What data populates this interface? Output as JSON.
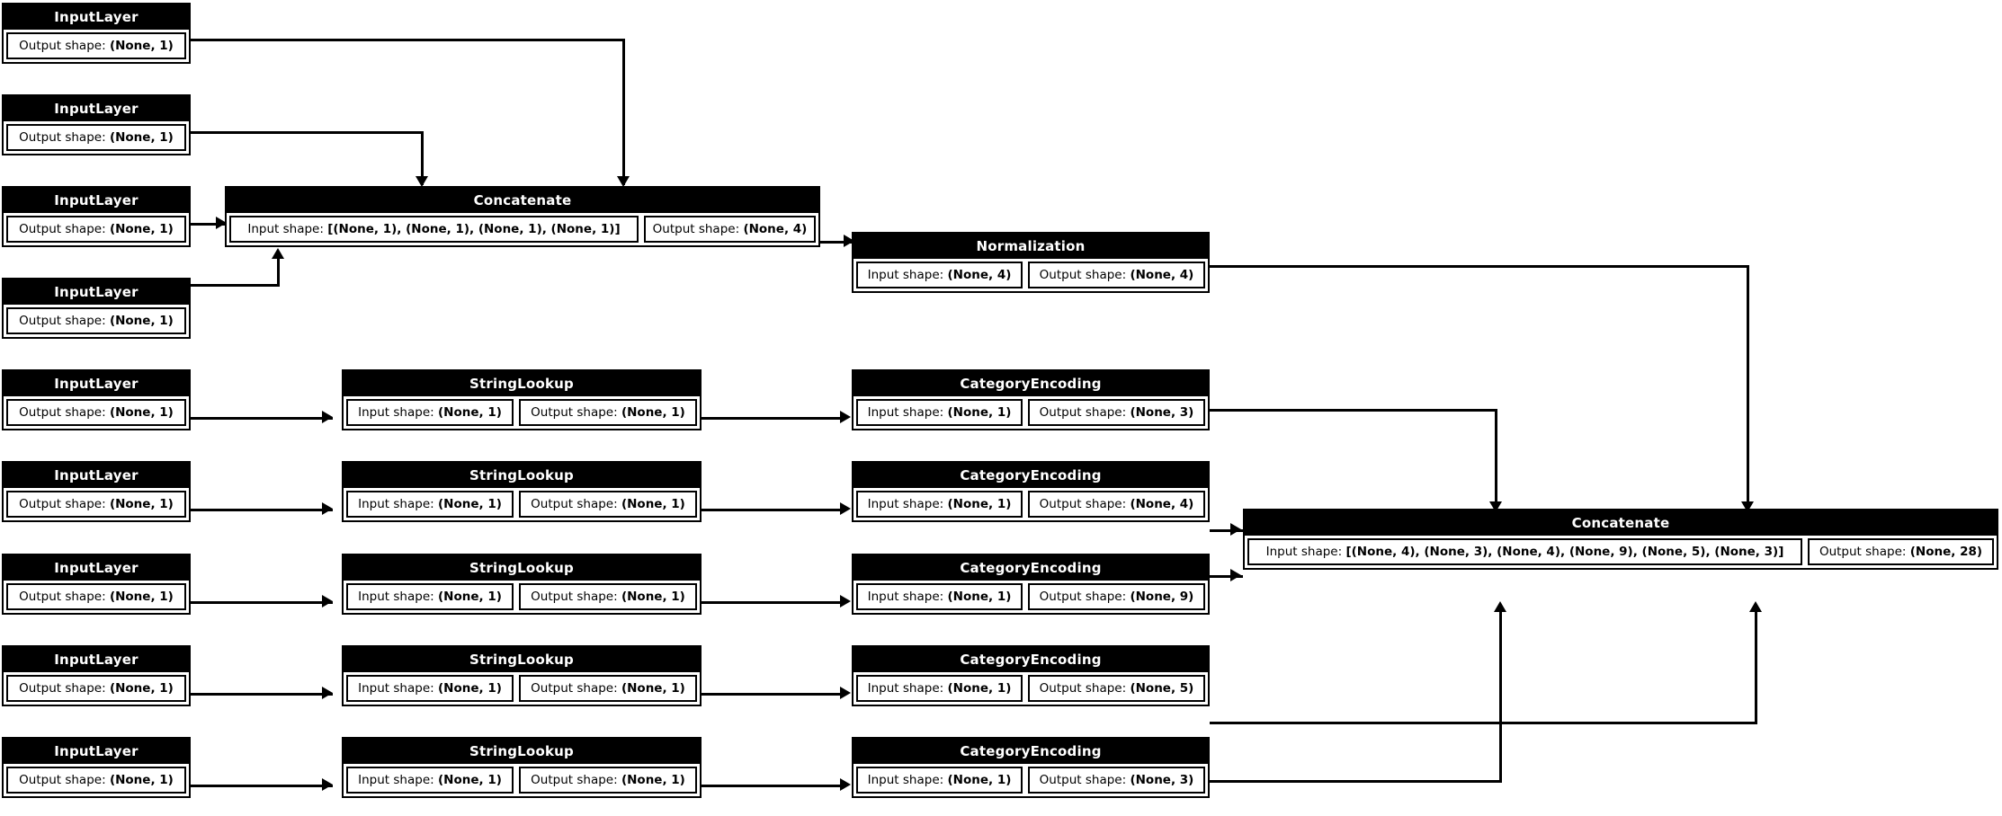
{
  "diagram": {
    "type": "keras-model-plot",
    "title": "Keras functional model graph",
    "colors": {
      "node_header_bg": "#000000",
      "node_header_text": "#ffffff",
      "node_body_bg": "#ffffff",
      "border": "#000000",
      "edge": "#000000",
      "canvas_bg": "#ffffff"
    },
    "labels": {
      "input_shape_label": "Input shape:",
      "output_shape_label": "Output shape:"
    },
    "nodes": [
      {
        "id": "input_1",
        "type": "InputLayer",
        "output_shape": "(None, 1)"
      },
      {
        "id": "input_2",
        "type": "InputLayer",
        "output_shape": "(None, 1)"
      },
      {
        "id": "input_3",
        "type": "InputLayer",
        "output_shape": "(None, 1)"
      },
      {
        "id": "input_4",
        "type": "InputLayer",
        "output_shape": "(None, 1)"
      },
      {
        "id": "input_5",
        "type": "InputLayer",
        "output_shape": "(None, 1)"
      },
      {
        "id": "input_6",
        "type": "InputLayer",
        "output_shape": "(None, 1)"
      },
      {
        "id": "input_7",
        "type": "InputLayer",
        "output_shape": "(None, 1)"
      },
      {
        "id": "input_8",
        "type": "InputLayer",
        "output_shape": "(None, 1)"
      },
      {
        "id": "input_9",
        "type": "InputLayer",
        "output_shape": "(None, 1)"
      },
      {
        "id": "concat_num",
        "type": "Concatenate",
        "input_shape": "[(None, 1), (None, 1), (None, 1), (None, 1)]",
        "output_shape": "(None, 4)"
      },
      {
        "id": "normalization",
        "type": "Normalization",
        "input_shape": "(None, 4)",
        "output_shape": "(None, 4)"
      },
      {
        "id": "lookup_1",
        "type": "StringLookup",
        "input_shape": "(None, 1)",
        "output_shape": "(None, 1)"
      },
      {
        "id": "lookup_2",
        "type": "StringLookup",
        "input_shape": "(None, 1)",
        "output_shape": "(None, 1)"
      },
      {
        "id": "lookup_3",
        "type": "StringLookup",
        "input_shape": "(None, 1)",
        "output_shape": "(None, 1)"
      },
      {
        "id": "lookup_4",
        "type": "StringLookup",
        "input_shape": "(None, 1)",
        "output_shape": "(None, 1)"
      },
      {
        "id": "lookup_5",
        "type": "StringLookup",
        "input_shape": "(None, 1)",
        "output_shape": "(None, 1)"
      },
      {
        "id": "encoding_1",
        "type": "CategoryEncoding",
        "input_shape": "(None, 1)",
        "output_shape": "(None, 3)"
      },
      {
        "id": "encoding_2",
        "type": "CategoryEncoding",
        "input_shape": "(None, 1)",
        "output_shape": "(None, 4)"
      },
      {
        "id": "encoding_3",
        "type": "CategoryEncoding",
        "input_shape": "(None, 1)",
        "output_shape": "(None, 9)"
      },
      {
        "id": "encoding_4",
        "type": "CategoryEncoding",
        "input_shape": "(None, 1)",
        "output_shape": "(None, 5)"
      },
      {
        "id": "encoding_5",
        "type": "CategoryEncoding",
        "input_shape": "(None, 1)",
        "output_shape": "(None, 3)"
      },
      {
        "id": "concat_all",
        "type": "Concatenate",
        "input_shape": "[(None, 4), (None, 3), (None, 4), (None, 9), (None, 5), (None, 3)]",
        "output_shape": "(None, 28)"
      }
    ]
  }
}
